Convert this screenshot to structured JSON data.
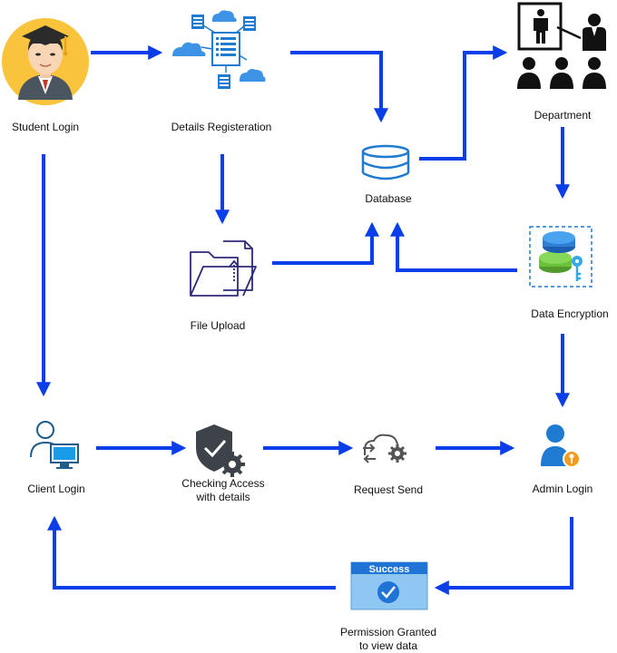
{
  "nodes": {
    "student_login": "Student Login",
    "details_registration": "Details Registeration",
    "department": "Department",
    "database": "Database",
    "file_upload": "File Upload",
    "data_encryption": "Data Encryption",
    "client_login": "Client Login",
    "checking_access_line1": "Checking Access",
    "checking_access_line2": "with details",
    "request_send": "Request Send",
    "admin_login": "Admin Login",
    "permission_line1": "Permission Granted",
    "permission_line2": "to view data",
    "success_badge": "Success"
  },
  "icons": {
    "student": "graduate-icon",
    "registration": "registration-network-icon",
    "department": "presentation-icon",
    "database": "database-icon",
    "file_upload": "folder-upload-icon",
    "encryption": "encrypted-disk-icon",
    "client": "user-computer-icon",
    "checking": "shield-gear-icon",
    "request": "cloud-gear-icon",
    "admin": "admin-key-icon",
    "success": "success-check-icon"
  },
  "colors": {
    "arrow": "#0a3ee8",
    "icon_blue": "#1f7ad1",
    "student_bg": "#f9c33c",
    "success_header": "#1f74d6",
    "success_body": "#8ec7f2"
  }
}
